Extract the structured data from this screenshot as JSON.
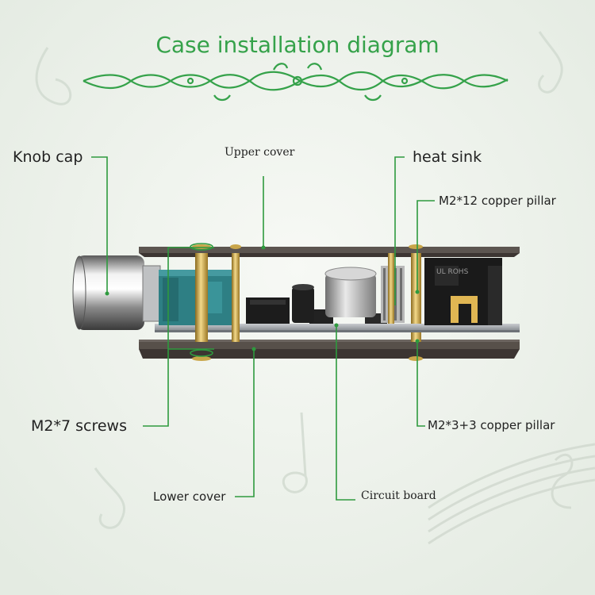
{
  "title": "Case installation diagram",
  "labels": {
    "knob_cap": "Knob cap",
    "upper_cover": "Upper cover",
    "heat_sink": "heat sink",
    "m2_12_pillar": "M2*12 copper pillar",
    "m2_7_screws": "M2*7 screws",
    "m2_3_3_pillar": "M2*3+3 copper pillar",
    "lower_cover": "Lower cover",
    "circuit_board": "Circuit board"
  },
  "component_marking": "UL ROHS",
  "colors": {
    "accent_green": "#35a24a",
    "leader_green": "#2e9a3e",
    "background": "#eef2ec"
  }
}
